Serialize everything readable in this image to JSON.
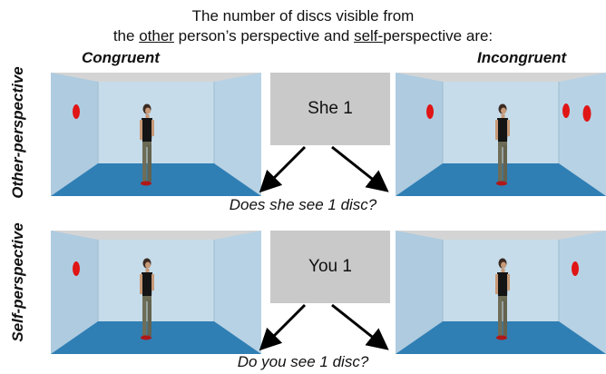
{
  "title": {
    "line1": "The number of discs visible from",
    "line2_pre": "the ",
    "line2_u1": "other",
    "line2_mid": " person’s perspective and ",
    "line2_u2": "self-",
    "line2_post": "perspective are:"
  },
  "columns": {
    "congruent": "Congruent",
    "incongruent": "Incongruent"
  },
  "rows": {
    "other": "Other-perspective",
    "self": "Self-perspective"
  },
  "cues": {
    "other": "She 1",
    "self": "You 1"
  },
  "questions": {
    "other": "Does she see 1 disc?",
    "self": "Do you see 1 disc?"
  },
  "colors": {
    "wall": "#b4cfe2",
    "back_wall": "#c6dcea",
    "floor": "#2f7fb5",
    "ceiling": "#d4d4d4",
    "disc": "#e01515",
    "cue_box": "#c9c9c9"
  },
  "panels": {
    "other_congruent": {
      "discs_left_wall": 1,
      "discs_right_wall": 0
    },
    "other_incongruent": {
      "discs_left_wall": 1,
      "discs_right_wall": 2
    },
    "self_congruent": {
      "discs_left_wall": 1,
      "discs_right_wall": 0
    },
    "self_incongruent": {
      "discs_left_wall": 0,
      "discs_right_wall": 1
    }
  }
}
